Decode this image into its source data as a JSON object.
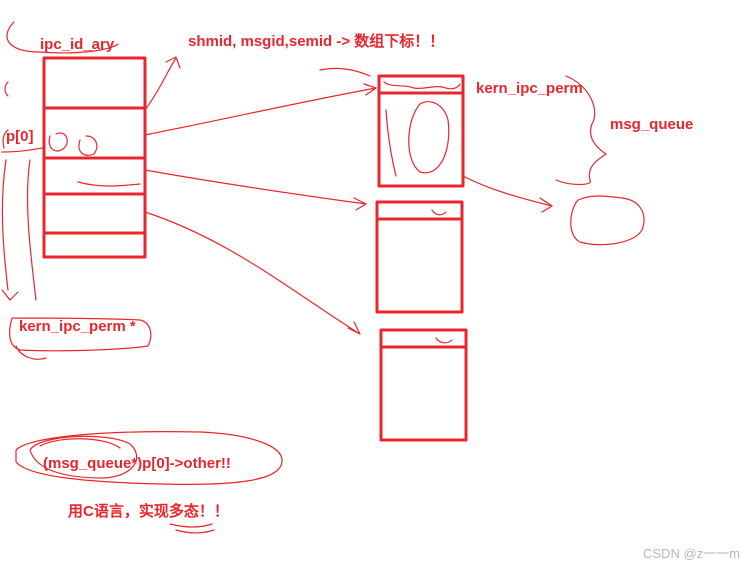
{
  "labels": {
    "ipc_id_ary": "ipc_id_ary",
    "index_note": "shmid, msgid,semid -> 数组下标！！",
    "kern_ipc_perm_top": "kern_ipc_perm",
    "msg_queue": "msg_queue",
    "p0": "p[0]",
    "kern_ipc_perm_ptr": "kern_ipc_perm *",
    "cast_expr": "(msg_queue*)p[0]->other!!",
    "polymorphism_note": "用C语言，实现多态！！"
  },
  "watermark": "CSDN @z一一m",
  "colors": {
    "ink": "#e8262d",
    "watermark": "#b8b8b8",
    "background": "#ffffff"
  }
}
